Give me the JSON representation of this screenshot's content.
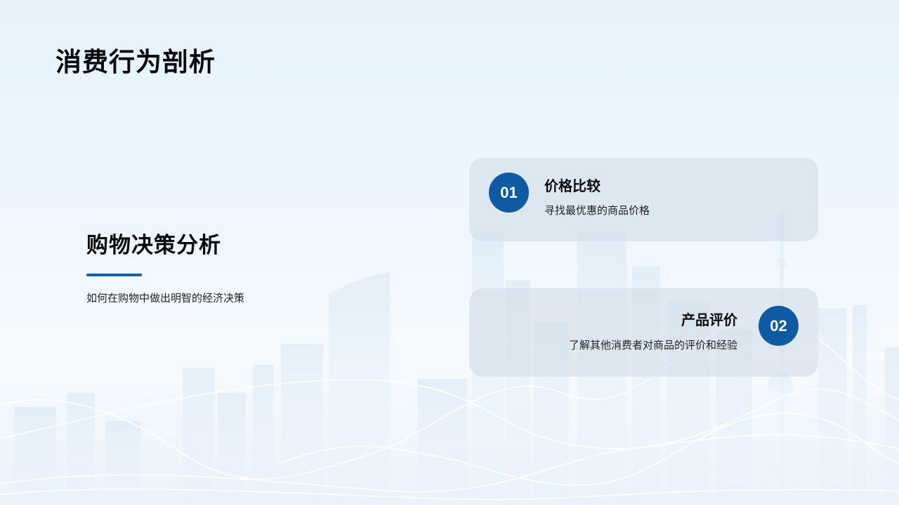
{
  "slide": {
    "title": "消费行为剖析"
  },
  "section": {
    "heading": "购物决策分析",
    "subtitle": "如何在购物中做出明智的经济决策"
  },
  "cards": [
    {
      "number": "01",
      "title": "价格比较",
      "description": "寻找最优惠的商品价格"
    },
    {
      "number": "02",
      "title": "产品评价",
      "description": "了解其他消费者对商品的评价和经验"
    }
  ],
  "colors": {
    "accent": "#0e5aa3",
    "accent_line": "#1560a8",
    "card_bg": "#dae3eb",
    "background": "#eaf5fd"
  }
}
